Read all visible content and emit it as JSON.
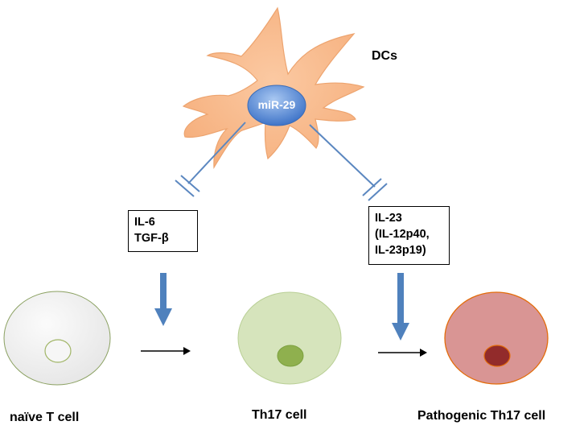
{
  "dc": {
    "label": "DCs",
    "mir_label": "miR-29"
  },
  "boxes": {
    "left": [
      "IL-6",
      "TGF-β"
    ],
    "right": [
      "IL-23",
      "(IL-12p40,",
      "IL-23p19)"
    ]
  },
  "cells": {
    "naive": "naïve T cell",
    "th17": "Th17 cell",
    "pathogenic": "Pathogenic Th17 cell"
  },
  "colors": {
    "dc_fill": "#f9b98a",
    "dc_stroke": "#e89a62",
    "mir_fill": "#5b8fd9",
    "inhibit_line": "#5b87c0",
    "block_arrow": "#4f81bd",
    "naive_fill": "#f2f2f2",
    "naive_stroke": "#8aa060",
    "th17_fill": "#d6e4bc",
    "th17_nucleus": "#8fb04e",
    "patho_fill": "#d99594",
    "patho_stroke": "#e36c0a",
    "patho_nucleus": "#922b2b"
  }
}
